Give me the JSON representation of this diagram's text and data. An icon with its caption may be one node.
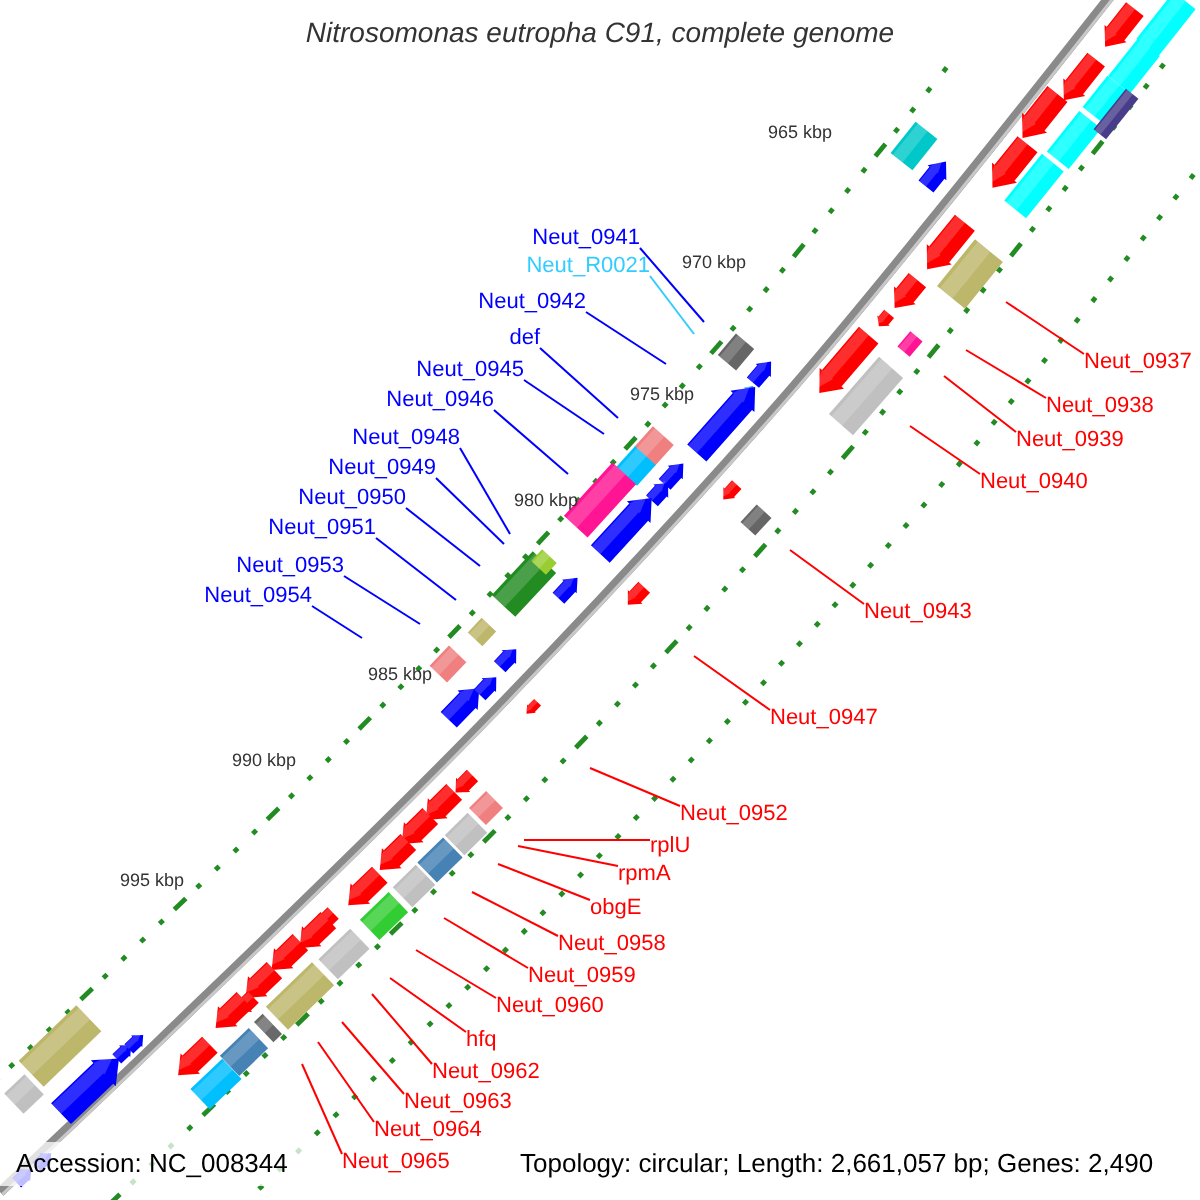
{
  "diagram": {
    "title": "Nitrosomonas eutropha C91, complete genome",
    "nodes": [
      {
        "text": [
          "Neut_0941"
        ]
      },
      {
        "text": [
          "Neut_R0021"
        ]
      },
      {
        "text": [
          "Neut_0942"
        ]
      },
      {
        "text": [
          "def"
        ]
      },
      {
        "text": [
          "Neut_0937"
        ]
      },
      {
        "text": [
          "Neut_0945"
        ]
      },
      {
        "text": [
          "Neut_0946"
        ]
      },
      {
        "text": [
          "Neut_0938"
        ]
      },
      {
        "text": [
          "Neut_0948"
        ]
      },
      {
        "text": [
          "Neut_0939"
        ]
      },
      {
        "text": [
          "Neut_0949"
        ]
      },
      {
        "text": [
          "Neut_0950"
        ]
      },
      {
        "text": [
          "Neut_0940"
        ]
      },
      {
        "text": [
          "Neut_0951"
        ]
      },
      {
        "text": [
          "Neut_0953"
        ]
      },
      {
        "text": [
          "Neut_0954"
        ]
      },
      {
        "text": [
          "Neut_0943"
        ]
      },
      {
        "text": [
          "Neut_0947"
        ]
      },
      {
        "text": [
          "Neut_0952"
        ]
      },
      {
        "text": [
          "rplU"
        ]
      },
      {
        "text": [
          "rpmA"
        ]
      },
      {
        "text": [
          "obgE"
        ]
      },
      {
        "text": [
          "Neut_0958"
        ]
      },
      {
        "text": [
          "Neut_0959"
        ]
      },
      {
        "text": [
          "Neut_0960"
        ]
      },
      {
        "text": [
          "hfq"
        ]
      },
      {
        "text": [
          "Neut_0962"
        ]
      },
      {
        "text": [
          "Neut_0963"
        ]
      },
      {
        "text": [
          "Neut_0964"
        ]
      },
      {
        "text": [
          "Neut_0965"
        ]
      }
    ],
    "edges": [
      {
        "from": 0,
        "to": null,
        "arrow": "none",
        "color": "#0000ff"
      },
      {
        "from": 1,
        "to": null,
        "arrow": "none",
        "color": "#33ccff"
      },
      {
        "from": 2,
        "to": null,
        "arrow": "none",
        "color": "#0000ff"
      },
      {
        "from": 3,
        "to": null,
        "arrow": "none",
        "color": "#0000ff"
      },
      {
        "from": 4,
        "to": null,
        "arrow": "none"
      },
      {
        "from": 5,
        "to": null,
        "arrow": "none",
        "color": "#0000ff"
      },
      {
        "from": 6,
        "to": null,
        "arrow": "none",
        "color": "#0000ff"
      },
      {
        "from": 7,
        "to": null,
        "arrow": "none"
      },
      {
        "from": 8,
        "to": null,
        "arrow": "none",
        "color": "#0000ff"
      },
      {
        "from": 9,
        "to": null,
        "arrow": "none"
      },
      {
        "from": 10,
        "to": null,
        "arrow": "none",
        "color": "#0000ff"
      },
      {
        "from": 11,
        "to": null,
        "arrow": "none",
        "color": "#0000ff"
      },
      {
        "from": 12,
        "to": null,
        "arrow": "none"
      },
      {
        "from": 13,
        "to": null,
        "arrow": "none",
        "color": "#0000ff"
      },
      {
        "from": 14,
        "to": null,
        "arrow": "none",
        "color": "#0000ff"
      },
      {
        "from": 15,
        "to": null,
        "arrow": "none",
        "color": "#0000ff"
      },
      {
        "from": 16,
        "to": null,
        "arrow": "none"
      },
      {
        "from": 17,
        "to": null,
        "arrow": "none"
      },
      {
        "from": 18,
        "to": null,
        "arrow": "none"
      },
      {
        "from": 19,
        "to": null,
        "arrow": "none"
      },
      {
        "from": 20,
        "to": null,
        "arrow": "none"
      },
      {
        "from": 21,
        "to": null,
        "arrow": "none"
      },
      {
        "from": 22,
        "to": null,
        "arrow": "none"
      },
      {
        "from": 23,
        "to": null,
        "arrow": "none"
      },
      {
        "from": 24,
        "to": null,
        "arrow": "none"
      },
      {
        "from": 25,
        "to": null,
        "arrow": "none"
      },
      {
        "from": 26,
        "to": null,
        "arrow": "none"
      },
      {
        "from": 27,
        "to": null,
        "arrow": "none"
      },
      {
        "from": 28,
        "to": null,
        "arrow": "none"
      },
      {
        "from": 29,
        "to": null,
        "arrow": "none"
      }
    ],
    "labels": [
      "965 kbp",
      "970 kbp",
      "975 kbp",
      "980 kbp",
      "985 kbp",
      "990 kbp",
      "995 kbp",
      "Accession: NC_008344",
      "Topology: circular; Length: 2,661,057 bp; Genes: 2,490"
    ]
  }
}
